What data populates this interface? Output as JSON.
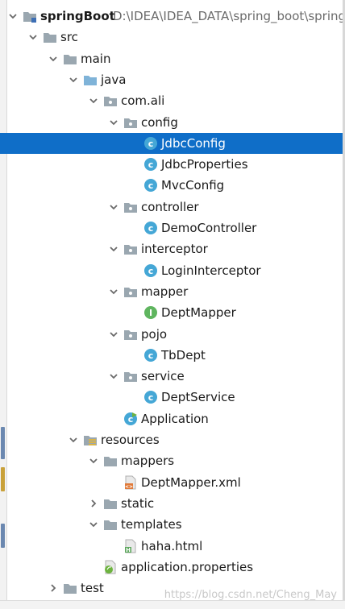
{
  "colors": {
    "selection": "#0f6ec8",
    "folder": "#9aa7b0",
    "source_folder": "#7fb3d8",
    "class_icon": "#45a7d6",
    "interface_icon": "#5fb55f",
    "spring_icon": "#6db33f"
  },
  "tree": {
    "nodes": [
      {
        "label": "springBoot",
        "path": "D:\\IDEA\\IDEA_DATA\\spring_boot\\spring",
        "icon": "module-folder-icon",
        "expanded": true,
        "depth": 0,
        "bold": true
      },
      {
        "label": "src",
        "icon": "folder-icon",
        "expanded": true,
        "depth": 1
      },
      {
        "label": "main",
        "icon": "folder-icon",
        "expanded": true,
        "depth": 2
      },
      {
        "label": "java",
        "icon": "source-folder-icon",
        "expanded": true,
        "depth": 3
      },
      {
        "label": "com.ali",
        "icon": "package-icon",
        "expanded": true,
        "depth": 4
      },
      {
        "label": "config",
        "icon": "package-icon",
        "expanded": true,
        "depth": 5
      },
      {
        "label": "JdbcConfig",
        "icon": "class-icon",
        "depth": 6,
        "selected": true
      },
      {
        "label": "JdbcProperties",
        "icon": "class-icon",
        "depth": 6
      },
      {
        "label": "MvcConfig",
        "icon": "class-icon",
        "depth": 6
      },
      {
        "label": "controller",
        "icon": "package-icon",
        "expanded": true,
        "depth": 5
      },
      {
        "label": "DemoController",
        "icon": "class-icon",
        "depth": 6
      },
      {
        "label": "interceptor",
        "icon": "package-icon",
        "expanded": true,
        "depth": 5
      },
      {
        "label": "LoginInterceptor",
        "icon": "class-icon",
        "depth": 6
      },
      {
        "label": "mapper",
        "icon": "package-icon",
        "expanded": true,
        "depth": 5
      },
      {
        "label": "DeptMapper",
        "icon": "interface-icon",
        "depth": 6
      },
      {
        "label": "pojo",
        "icon": "package-icon",
        "expanded": true,
        "depth": 5
      },
      {
        "label": "TbDept",
        "icon": "class-icon",
        "depth": 6
      },
      {
        "label": "service",
        "icon": "package-icon",
        "expanded": true,
        "depth": 5
      },
      {
        "label": "DeptService",
        "icon": "class-icon",
        "depth": 6
      },
      {
        "label": "Application",
        "icon": "spring-boot-class-icon",
        "depth": 5
      },
      {
        "label": "resources",
        "icon": "resources-folder-icon",
        "expanded": true,
        "depth": 3
      },
      {
        "label": "mappers",
        "icon": "folder-icon",
        "expanded": true,
        "depth": 4
      },
      {
        "label": "DeptMapper.xml",
        "icon": "xml-file-icon",
        "depth": 5
      },
      {
        "label": "static",
        "icon": "folder-icon",
        "expanded": false,
        "depth": 4
      },
      {
        "label": "templates",
        "icon": "folder-icon",
        "expanded": true,
        "depth": 4
      },
      {
        "label": "haha.html",
        "icon": "html-file-icon",
        "depth": 5
      },
      {
        "label": "application.properties",
        "icon": "spring-properties-icon",
        "depth": 4
      },
      {
        "label": "test",
        "icon": "folder-icon",
        "expanded": false,
        "depth": 2
      }
    ]
  },
  "watermark": "https://blog.csdn.net/Cheng_May"
}
